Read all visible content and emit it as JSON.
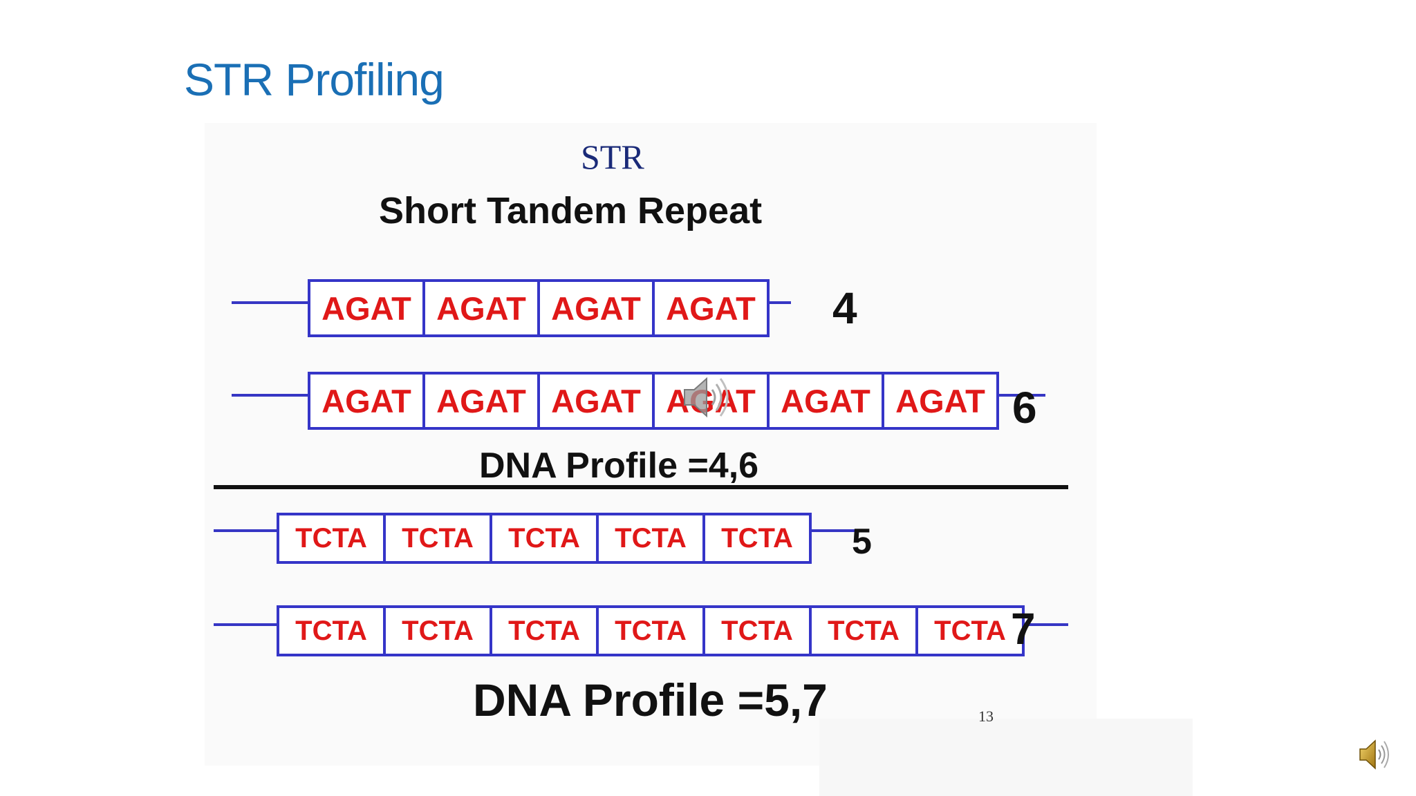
{
  "slide": {
    "title": "STR Profiling",
    "page_number": "13"
  },
  "figure": {
    "heading": "STR",
    "subheading": "Short Tandem Repeat",
    "profile_1": "DNA Profile =4,6",
    "profile_2": "DNA Profile =5,7",
    "alleles": [
      {
        "motif": "AGAT",
        "count_label": "4",
        "repeats": [
          "AGAT",
          "AGAT",
          "AGAT",
          "AGAT"
        ]
      },
      {
        "motif": "AGAT",
        "count_label": "6",
        "repeats": [
          "AGAT",
          "AGAT",
          "AGAT",
          "AGAT",
          "AGAT",
          "AGAT"
        ]
      },
      {
        "motif": "TCTA",
        "count_label": "5",
        "repeats": [
          "TCTA",
          "TCTA",
          "TCTA",
          "TCTA",
          "TCTA"
        ]
      },
      {
        "motif": "TCTA",
        "count_label": "7",
        "repeats": [
          "TCTA",
          "TCTA",
          "TCTA",
          "TCTA",
          "TCTA",
          "TCTA",
          "TCTA"
        ]
      }
    ]
  },
  "icons": {
    "center": "speaker-icon",
    "corner": "speaker-icon"
  },
  "colors": {
    "title": "#1a6fb5",
    "box_border": "#3535c8",
    "repeat_text": "#e01818",
    "heading": "#1a2a78"
  }
}
